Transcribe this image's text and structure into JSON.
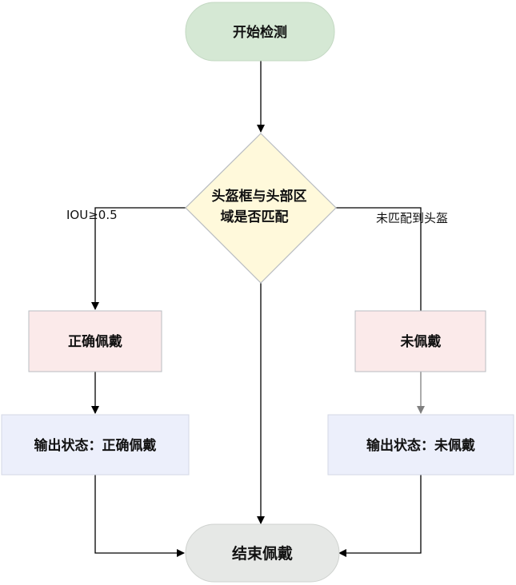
{
  "nodes": {
    "start": {
      "label": "开始检测",
      "fill": "#d5e8d4"
    },
    "decision": {
      "line1": "头盔框与头部区",
      "line2": "域是否匹配",
      "fill": "#fff9db"
    },
    "worn_correct": {
      "label": "正确佩戴",
      "fill": "#fbeaea"
    },
    "not_worn": {
      "label": "未佩戴",
      "fill": "#fbeaea"
    },
    "output_correct": {
      "label": "输出状态：正确佩戴",
      "fill": "#eceffb"
    },
    "output_not_worn": {
      "label": "输出状态：未佩戴",
      "fill": "#eceffb"
    },
    "end": {
      "label": "结束佩戴",
      "fill": "#e6e8e6"
    }
  },
  "edges": {
    "left_condition": "IOU≥0.5",
    "right_condition": "未匹配到头盔"
  },
  "colors": {
    "line": "#000000",
    "line_gray": "#7f7f7f",
    "node_stroke": "#b8bcc2"
  }
}
